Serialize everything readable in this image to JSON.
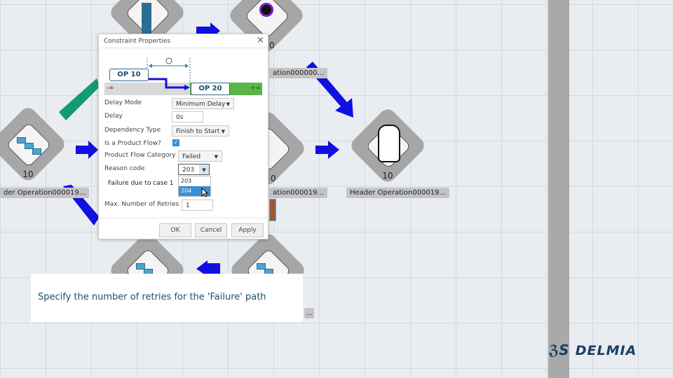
{
  "canvas": {
    "nodes": [
      {
        "id": "top-left",
        "number": "",
        "label": ""
      },
      {
        "id": "top-center",
        "number": "0",
        "label": "ation000000..."
      },
      {
        "id": "left",
        "number": "10",
        "label": "der Operation000019..."
      },
      {
        "id": "center",
        "number": "0",
        "label": "ation000019..."
      },
      {
        "id": "right",
        "number": "10",
        "label": "Header Operation000019..."
      },
      {
        "id": "bottom-left",
        "number": "",
        "label": ""
      },
      {
        "id": "bottom-center",
        "number": "",
        "label": "..."
      }
    ]
  },
  "dialog": {
    "title": "Constraint Properties",
    "close": "×",
    "diagram": {
      "op_from": "OP 10",
      "op_to": "OP 20",
      "minus_inf": "-∞",
      "plus_inf": "+∞",
      "clock_icon": "clock-icon"
    },
    "fields": {
      "delay_mode": {
        "label": "Delay Mode",
        "value": "Minimum Delay"
      },
      "delay": {
        "label": "Delay",
        "value": "0s"
      },
      "dependency_type": {
        "label": "Dependency Type",
        "value": "Finish to Start"
      },
      "is_product_flow": {
        "label": "Is a Product Flow?",
        "checked": true
      },
      "product_flow_category": {
        "label": "Product Flow Category",
        "value": "Failed"
      },
      "reason_code": {
        "label": "Reason code",
        "value": "203",
        "options": [
          "203",
          "204"
        ],
        "highlighted": "204"
      },
      "reason_description": "Failure due to case 1",
      "max_retries": {
        "label": "Max. Number of Retries",
        "value": "1"
      }
    },
    "buttons": {
      "ok": "OK",
      "cancel": "Cancel",
      "apply": "Apply"
    }
  },
  "caption": "Specify the number of retries for the 'Failure' path",
  "brand": {
    "name": "DELMIA",
    "color": "#1b3f63"
  },
  "colors": {
    "arrow": "#1010e0",
    "green": "#5bb54a",
    "teal": "#129a74"
  }
}
